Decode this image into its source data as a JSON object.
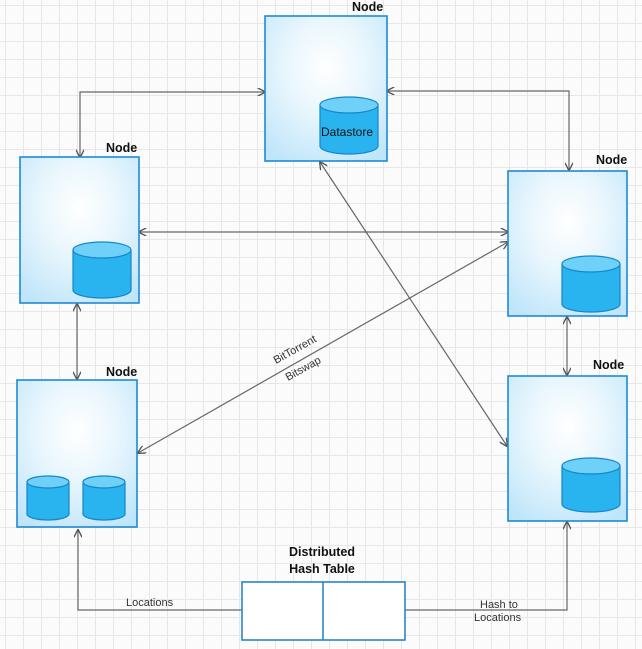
{
  "diagram": {
    "nodes": {
      "top": {
        "label": "Node",
        "datastore_label": "Datastore"
      },
      "left_upper": {
        "label": "Node"
      },
      "right_upper": {
        "label": "Node"
      },
      "left_lower": {
        "label": "Node"
      },
      "right_lower": {
        "label": "Node"
      }
    },
    "edge_labels": {
      "bittorrent": "BitTorrent",
      "bitswap": "Bitswap",
      "locations": "Locations",
      "hash_to_locations_line1": "Hash to",
      "hash_to_locations_line2": "Locations"
    },
    "dht": {
      "title_line1": "Distributed",
      "title_line2": "Hash Table"
    }
  },
  "colors": {
    "node_border": "#1e8ad6",
    "node_fill": "#dcf1fc",
    "cylinder_fill": "#29b4f0",
    "edge": "#666666",
    "dht_border": "#2b86c9"
  }
}
